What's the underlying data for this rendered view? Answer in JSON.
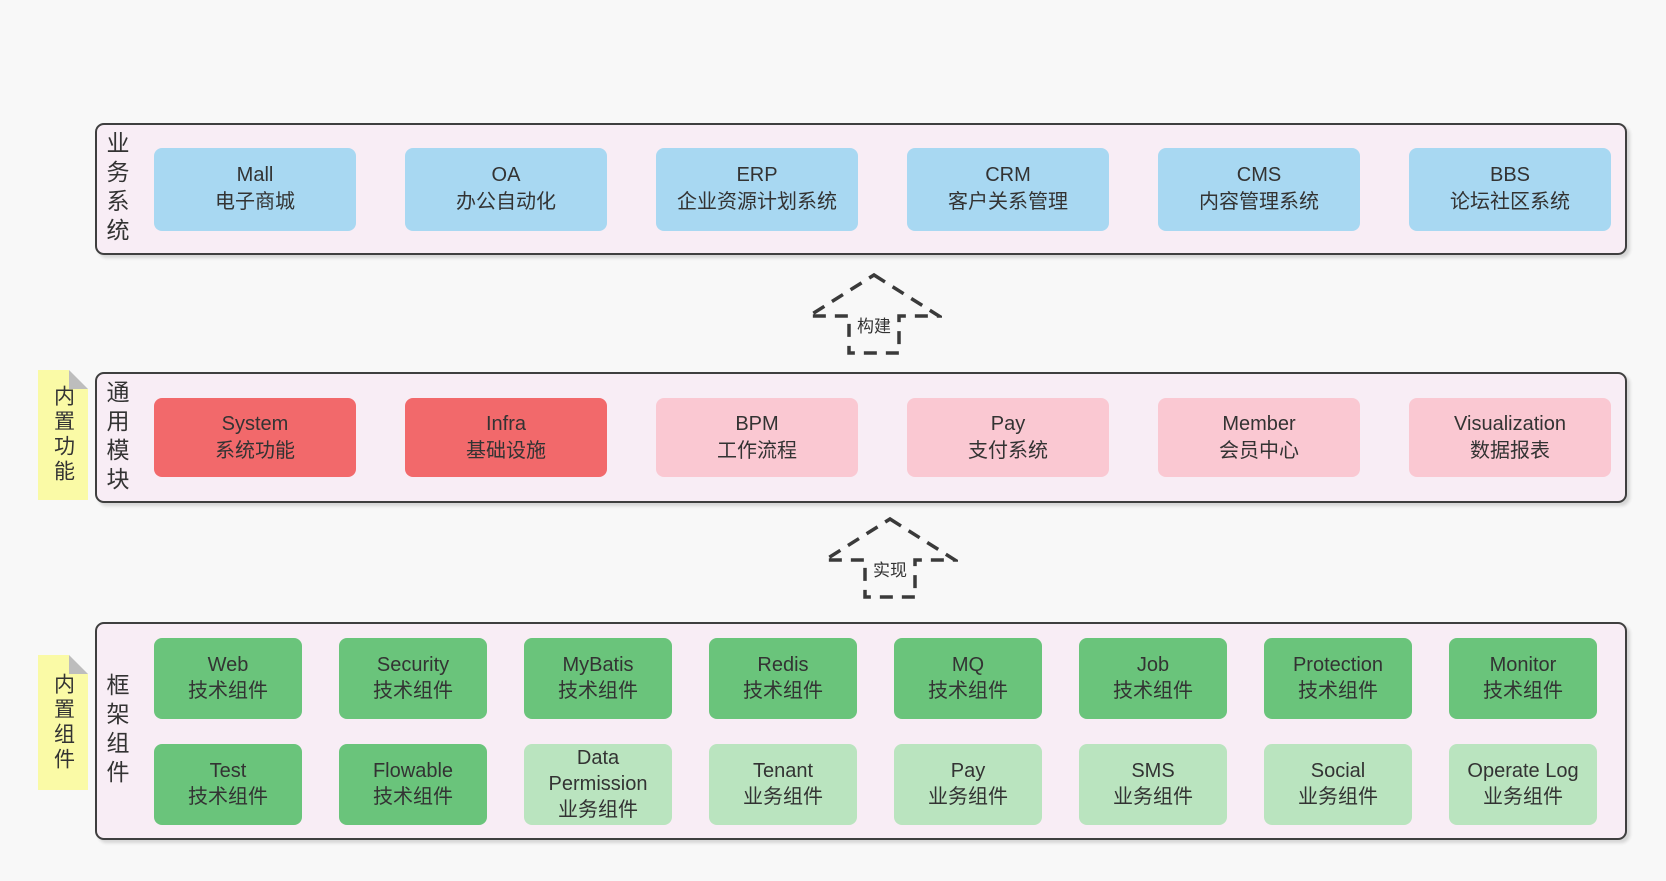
{
  "colors": {
    "page_bg": "#f8f8f8",
    "panel_bg": "#f8edf5",
    "panel_border": "#3f3f3f",
    "blue": "#a8d8f2",
    "red": "#f2696b",
    "pink": "#fac8d2",
    "green": "#6ac47b",
    "green_light": "#bae4bf",
    "sticky_yellow": "#fafaa6",
    "text": "#333333"
  },
  "panels": {
    "business": {
      "label": "业务系统",
      "rows": [
        [
          {
            "name": "Mall",
            "desc": "电子商城",
            "variant": "blue"
          },
          {
            "name": "OA",
            "desc": "办公自动化",
            "variant": "blue"
          },
          {
            "name": "ERP",
            "desc": "企业资源计划系统",
            "variant": "blue"
          },
          {
            "name": "CRM",
            "desc": "客户关系管理",
            "variant": "blue"
          },
          {
            "name": "CMS",
            "desc": "内容管理系统",
            "variant": "blue"
          },
          {
            "name": "BBS",
            "desc": "论坛社区系统",
            "variant": "blue"
          }
        ]
      ]
    },
    "modules": {
      "label": "通用模块",
      "sticky": "内置功能",
      "rows": [
        [
          {
            "name": "System",
            "desc": "系统功能",
            "variant": "red"
          },
          {
            "name": "Infra",
            "desc": "基础设施",
            "variant": "red"
          },
          {
            "name": "BPM",
            "desc": "工作流程",
            "variant": "pink"
          },
          {
            "name": "Pay",
            "desc": "支付系统",
            "variant": "pink"
          },
          {
            "name": "Member",
            "desc": "会员中心",
            "variant": "pink"
          },
          {
            "name": "Visualization",
            "desc": "数据报表",
            "variant": "pink"
          }
        ]
      ]
    },
    "components": {
      "label": "框架组件",
      "sticky": "内置组件",
      "rows": [
        [
          {
            "name": "Web",
            "desc": "技术组件",
            "variant": "green"
          },
          {
            "name": "Security",
            "desc": "技术组件",
            "variant": "green"
          },
          {
            "name": "MyBatis",
            "desc": "技术组件",
            "variant": "green"
          },
          {
            "name": "Redis",
            "desc": "技术组件",
            "variant": "green"
          },
          {
            "name": "MQ",
            "desc": "技术组件",
            "variant": "green"
          },
          {
            "name": "Job",
            "desc": "技术组件",
            "variant": "green"
          },
          {
            "name": "Protection",
            "desc": "技术组件",
            "variant": "green"
          },
          {
            "name": "Monitor",
            "desc": "技术组件",
            "variant": "green"
          }
        ],
        [
          {
            "name": "Test",
            "desc": "技术组件",
            "variant": "green"
          },
          {
            "name": "Flowable",
            "desc": "技术组件",
            "variant": "green"
          },
          {
            "name": "Data Permission",
            "desc": "业务组件",
            "variant": "green-light"
          },
          {
            "name": "Tenant",
            "desc": "业务组件",
            "variant": "green-light"
          },
          {
            "name": "Pay",
            "desc": "业务组件",
            "variant": "green-light"
          },
          {
            "name": "SMS",
            "desc": "业务组件",
            "variant": "green-light"
          },
          {
            "name": "Social",
            "desc": "业务组件",
            "variant": "green-light"
          },
          {
            "name": "Operate Log",
            "desc": "业务组件",
            "variant": "green-light"
          }
        ]
      ]
    }
  },
  "arrows": [
    {
      "label": "构建"
    },
    {
      "label": "实现"
    }
  ]
}
